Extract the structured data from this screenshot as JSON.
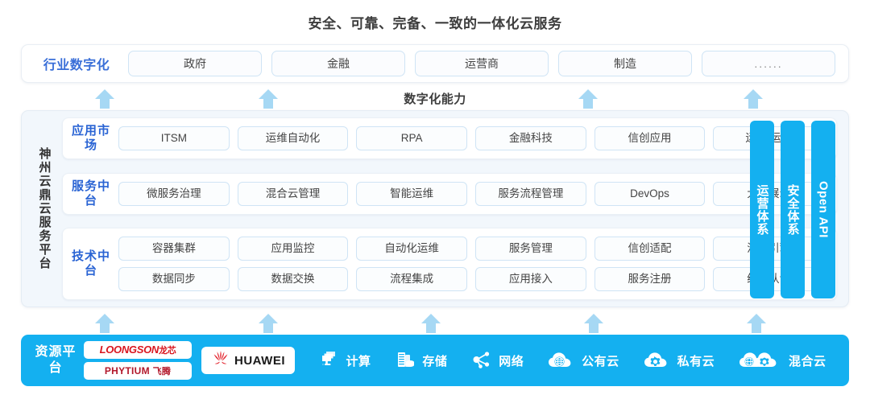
{
  "title": "安全、可靠、完备、一致的一体化云服务",
  "capability_caption": "数字化能力",
  "industry": {
    "label": "行业数字化",
    "items": [
      {
        "label": "政府"
      },
      {
        "label": "金融"
      },
      {
        "label": "运营商"
      },
      {
        "label": "制造"
      },
      {
        "label": "......"
      }
    ]
  },
  "platform": {
    "vertical_label": "神州云鼎云服务平台",
    "tiers": [
      {
        "label": "应用市场",
        "rows": [
          [
            "ITSM",
            "运维自动化",
            "RPA",
            "金融科技",
            "信创应用",
            "运维/运营"
          ]
        ]
      },
      {
        "label": "服务中台",
        "rows": [
          [
            "微服务治理",
            "混合云管理",
            "智能运维",
            "服务流程管理",
            "DevOps",
            "大屏展示"
          ]
        ]
      },
      {
        "label": "技术中台",
        "rows": [
          [
            "容器集群",
            "应用监控",
            "自动化运维",
            "服务管理",
            "信创适配",
            "流程引擎"
          ],
          [
            "数据同步",
            "数据交换",
            "流程集成",
            "应用接入",
            "服务注册",
            "统一认证"
          ]
        ]
      }
    ],
    "side_bars": [
      {
        "label": "运营体系",
        "orientation": "cn"
      },
      {
        "label": "安全体系",
        "orientation": "cn"
      },
      {
        "label": "Open API",
        "orientation": "en"
      }
    ]
  },
  "resource": {
    "label": "资源平台",
    "logos": [
      {
        "name": "loongson",
        "text": "LOONGSON",
        "cn": "龙芯"
      },
      {
        "name": "phytium",
        "text": "PHYTIUM",
        "cn": "飞腾"
      },
      {
        "name": "huawei",
        "text": "HUAWEI"
      }
    ],
    "items": [
      {
        "label": "计算",
        "icon": "compute-icon"
      },
      {
        "label": "存储",
        "icon": "storage-icon"
      },
      {
        "label": "网络",
        "icon": "network-icon"
      },
      {
        "label": "公有云",
        "icon": "public-cloud-icon"
      },
      {
        "label": "私有云",
        "icon": "private-cloud-icon"
      },
      {
        "label": "混合云",
        "icon": "hybrid-cloud-icon"
      }
    ]
  },
  "colors": {
    "accent_blue": "#14b0f0",
    "label_blue": "#2a64d4",
    "arrow_blue": "#a6d8f4",
    "panel_bg": "#f2f7fc",
    "logo_red": "#d9161f"
  }
}
